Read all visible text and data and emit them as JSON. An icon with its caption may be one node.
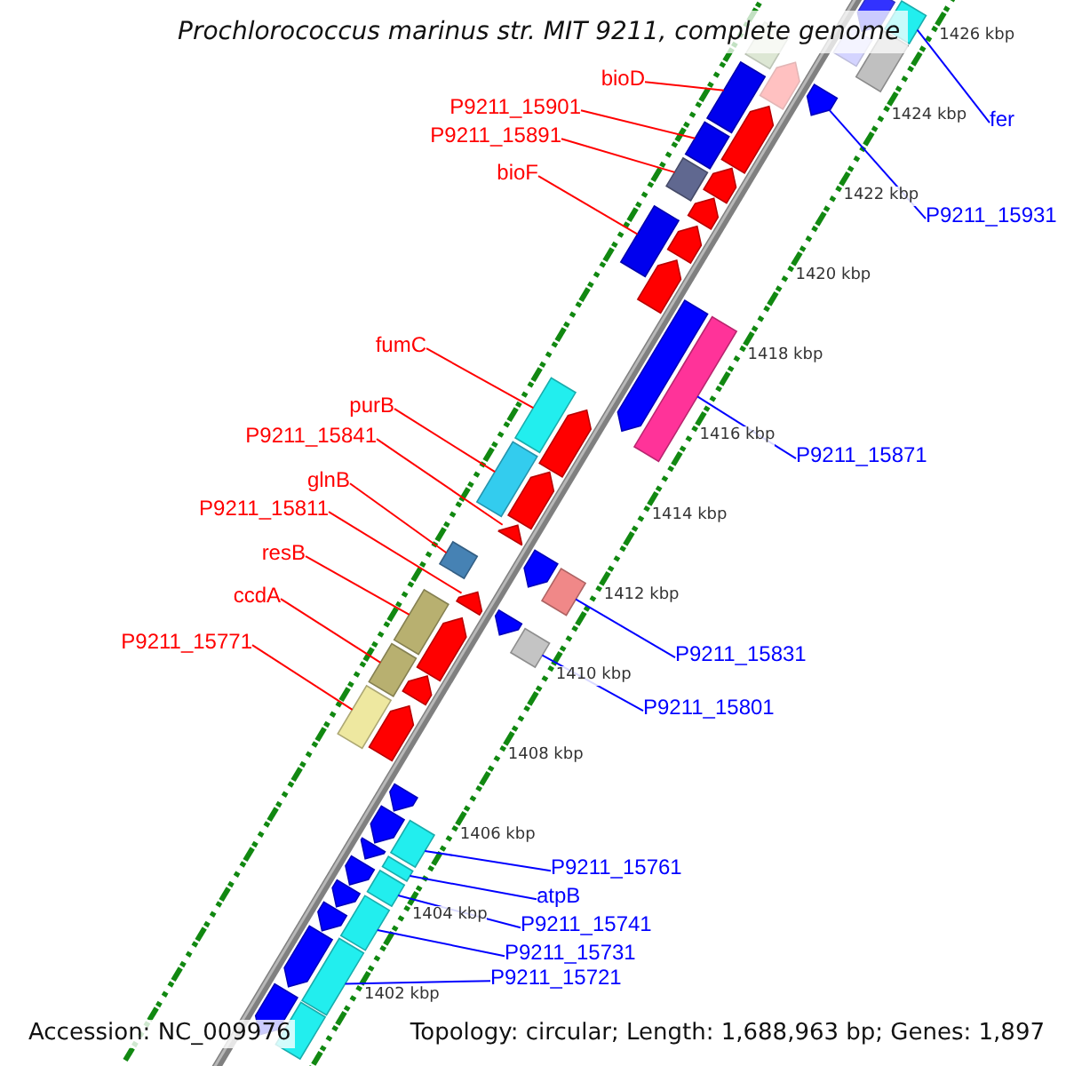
{
  "diagram": {
    "title": "Prochlorococcus marinus str. MIT 9211, complete genome",
    "nodes": [
      {
        "text": [
          "bioD"
        ]
      },
      {
        "text": [],
        "shape": "box"
      },
      {
        "text": [
          "P9211_15901"
        ]
      },
      {
        "text": [],
        "shape": "box"
      },
      {
        "text": [
          "P9211_15891"
        ]
      },
      {
        "text": [],
        "shape": "box"
      },
      {
        "text": [
          "bioF"
        ]
      },
      {
        "text": [],
        "shape": "box"
      },
      {
        "text": [
          "fumC"
        ]
      },
      {
        "text": [],
        "shape": "box"
      },
      {
        "text": [
          "purB"
        ]
      },
      {
        "text": [],
        "shape": "box"
      },
      {
        "text": [
          "P9211_15841"
        ]
      },
      {
        "text": [],
        "shape": "arrow"
      },
      {
        "text": [
          "glnB"
        ]
      },
      {
        "text": [],
        "shape": "box"
      },
      {
        "text": [
          "P9211_15811"
        ]
      },
      {
        "text": [],
        "shape": "arrow"
      },
      {
        "text": [
          "resB"
        ]
      },
      {
        "text": [],
        "shape": "box"
      },
      {
        "text": [
          "ccdA"
        ]
      },
      {
        "text": [],
        "shape": "box"
      },
      {
        "text": [
          "P9211_15771"
        ]
      },
      {
        "text": [],
        "shape": "box"
      },
      {
        "text": [
          "fer"
        ]
      },
      {
        "text": [],
        "shape": "box"
      },
      {
        "text": [
          "P9211_15931"
        ]
      },
      {
        "text": [],
        "shape": "arrow"
      },
      {
        "text": [
          "P9211_15871"
        ]
      },
      {
        "text": [],
        "shape": "box"
      },
      {
        "text": [
          "P9211_15831"
        ]
      },
      {
        "text": [],
        "shape": "box"
      },
      {
        "text": [
          "P9211_15801"
        ]
      },
      {
        "text": [],
        "shape": "box"
      },
      {
        "text": [
          "P9211_15761"
        ]
      },
      {
        "text": [],
        "shape": "box"
      },
      {
        "text": [
          "atpB"
        ]
      },
      {
        "text": [],
        "shape": "box"
      },
      {
        "text": [
          "P9211_15741"
        ]
      },
      {
        "text": [],
        "shape": "box"
      },
      {
        "text": [
          "P9211_15731"
        ]
      },
      {
        "text": [],
        "shape": "box"
      },
      {
        "text": [
          "P9211_15721"
        ]
      },
      {
        "text": [],
        "shape": "box"
      },
      {
        "text": [],
        "shape": "arrow"
      },
      {
        "text": [],
        "shape": "box"
      },
      {
        "text": [],
        "shape": "box"
      },
      {
        "text": [],
        "shape": "box"
      },
      {
        "text": [],
        "shape": "arrow"
      },
      {
        "text": [],
        "shape": "arrow"
      },
      {
        "text": [],
        "shape": "arrow"
      },
      {
        "text": [],
        "shape": "arrow"
      },
      {
        "text": [],
        "shape": "arrow"
      },
      {
        "text": [],
        "shape": "arrow"
      },
      {
        "text": [],
        "shape": "arrow"
      },
      {
        "text": [],
        "shape": "arrow"
      },
      {
        "text": [],
        "shape": "arrow"
      },
      {
        "text": [],
        "shape": "arrow"
      },
      {
        "text": [],
        "shape": "arrow"
      },
      {
        "text": [],
        "shape": "arrow"
      },
      {
        "text": [],
        "shape": "arrow"
      },
      {
        "text": [],
        "shape": "arrow"
      },
      {
        "text": [],
        "shape": "arrow"
      },
      {
        "text": [],
        "shape": "arrow"
      },
      {
        "text": [],
        "shape": "arrow"
      },
      {
        "text": [],
        "shape": "arrow"
      },
      {
        "text": [],
        "shape": "arrow"
      },
      {
        "text": [],
        "shape": "arrow"
      },
      {
        "text": [],
        "shape": "arrow"
      },
      {
        "text": [],
        "shape": "arrow"
      },
      {
        "text": [],
        "shape": "box"
      }
    ],
    "edges": [
      {
        "from": 0,
        "to": 1,
        "arrow": "none"
      },
      {
        "from": 2,
        "to": 3,
        "arrow": "none"
      },
      {
        "from": 4,
        "to": 5,
        "arrow": "none"
      },
      {
        "from": 6,
        "to": 7,
        "arrow": "none"
      },
      {
        "from": 8,
        "to": 9,
        "arrow": "none"
      },
      {
        "from": 10,
        "to": 11,
        "arrow": "none"
      },
      {
        "from": 12,
        "to": 13,
        "arrow": "none"
      },
      {
        "from": 14,
        "to": 15,
        "arrow": "none"
      },
      {
        "from": 16,
        "to": 17,
        "arrow": "none"
      },
      {
        "from": 18,
        "to": 19,
        "arrow": "none"
      },
      {
        "from": 20,
        "to": 21,
        "arrow": "none"
      },
      {
        "from": 22,
        "to": 23,
        "arrow": "none"
      },
      {
        "from": 24,
        "to": 25,
        "arrow": "none",
        "color": "#0000ff"
      },
      {
        "from": 26,
        "to": 27,
        "arrow": "none",
        "color": "#0000ff"
      },
      {
        "from": 28,
        "to": 29,
        "arrow": "none",
        "color": "#0000ff"
      },
      {
        "from": 30,
        "to": 31,
        "arrow": "none",
        "color": "#0000ff"
      },
      {
        "from": 32,
        "to": 33,
        "arrow": "none",
        "color": "#0000ff"
      },
      {
        "from": 34,
        "to": 35,
        "arrow": "none",
        "color": "#0000ff"
      },
      {
        "from": 36,
        "to": 37,
        "arrow": "none",
        "color": "#0000ff"
      },
      {
        "from": 38,
        "to": 39,
        "arrow": "none",
        "color": "#0000ff"
      },
      {
        "from": 40,
        "to": 41,
        "arrow": "none",
        "color": "#0000ff"
      },
      {
        "from": 42,
        "to": 43,
        "arrow": "none",
        "color": "#0000ff"
      }
    ],
    "labels": [
      "1426 kbp",
      "1424 kbp",
      "1422 kbp",
      "1420 kbp",
      "1418 kbp",
      "1416 kbp",
      "1414 kbp",
      "1412 kbp",
      "1410 kbp",
      "1408 kbp",
      "1406 kbp",
      "1404 kbp",
      "1402 kbp",
      "Accession: NC_009976",
      "Topology: circular; Length: 1,688,963 bp; Genes: 1,897"
    ]
  }
}
